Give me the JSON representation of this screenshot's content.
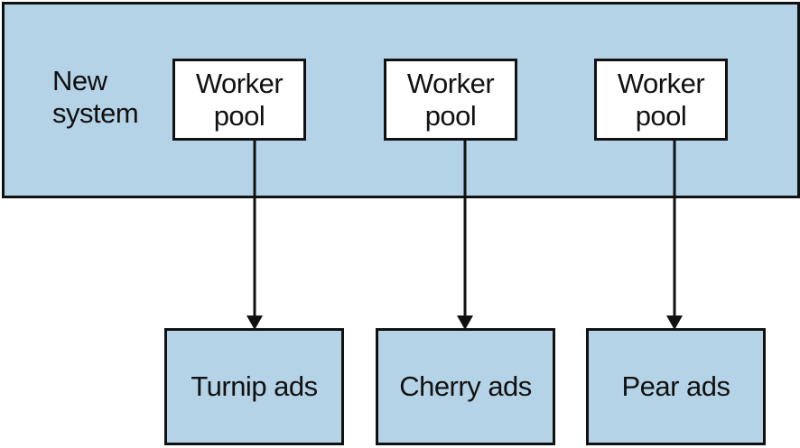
{
  "system": {
    "label": "New\nsystem",
    "fill_color": "#b5d3e7",
    "border_color": "#111111"
  },
  "worker_pools": [
    {
      "label": "Worker\npool"
    },
    {
      "label": "Worker\npool"
    },
    {
      "label": "Worker\npool"
    }
  ],
  "ads": [
    {
      "label": "Turnip ads"
    },
    {
      "label": "Cherry ads"
    },
    {
      "label": "Pear ads"
    }
  ],
  "connections": [
    {
      "from": "Worker pool 1",
      "to": "Turnip ads"
    },
    {
      "from": "Worker pool 2",
      "to": "Cherry ads"
    },
    {
      "from": "Worker pool 3",
      "to": "Pear ads"
    }
  ]
}
